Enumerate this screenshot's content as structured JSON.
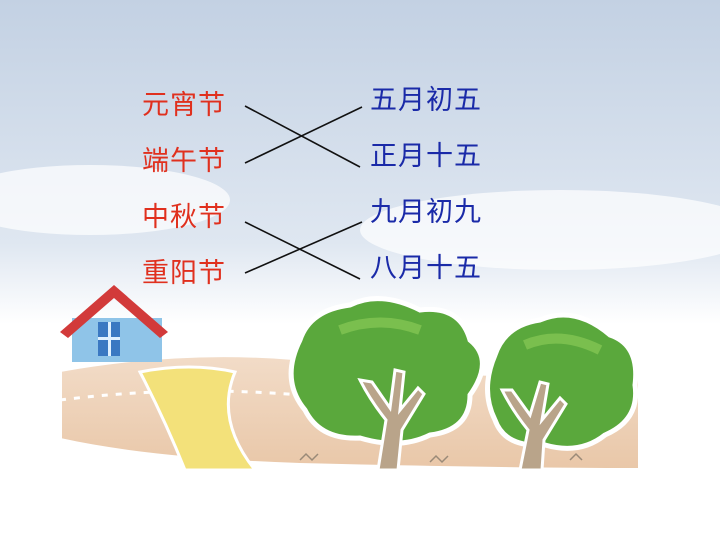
{
  "festivals": [
    "元宵节",
    "端午节",
    "中秋节",
    "重阳节"
  ],
  "dates": [
    "五月初五",
    "正月十五",
    "九月初九",
    "八月十五"
  ],
  "colors": {
    "festival_text": "#e0301e",
    "date_text": "#1a2aa8",
    "sky_top": "#c3d1e3",
    "tree_green": "#5aa83c",
    "path_yellow": "#f3e17a",
    "roof_red": "#d23a3a",
    "house_blue": "#8fc4e8"
  },
  "icons": [
    "house-icon",
    "tree-icon",
    "tree-icon"
  ]
}
